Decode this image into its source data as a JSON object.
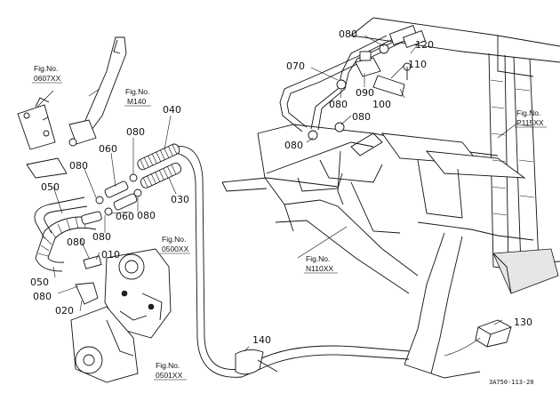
{
  "part_labels": [
    {
      "id": "p080_top",
      "text": "080"
    },
    {
      "id": "p120",
      "text": "120"
    },
    {
      "id": "p110",
      "text": "110"
    },
    {
      "id": "p070",
      "text": "070"
    },
    {
      "id": "p090",
      "text": "090"
    },
    {
      "id": "p080_a",
      "text": "080"
    },
    {
      "id": "p100",
      "text": "100"
    },
    {
      "id": "p080_b",
      "text": "080"
    },
    {
      "id": "p080_c",
      "text": "080"
    },
    {
      "id": "p040",
      "text": "040"
    },
    {
      "id": "p080_d",
      "text": "080"
    },
    {
      "id": "p060_a",
      "text": "060"
    },
    {
      "id": "p080_e",
      "text": "080"
    },
    {
      "id": "p030",
      "text": "030"
    },
    {
      "id": "p050_a",
      "text": "050"
    },
    {
      "id": "p080_f",
      "text": "080"
    },
    {
      "id": "p060_b",
      "text": "060"
    },
    {
      "id": "p080_g",
      "text": "080"
    },
    {
      "id": "p080_h",
      "text": "080"
    },
    {
      "id": "p010",
      "text": "010"
    },
    {
      "id": "p050_b",
      "text": "050"
    },
    {
      "id": "p080_i",
      "text": "080"
    },
    {
      "id": "p020",
      "text": "020"
    },
    {
      "id": "p140",
      "text": "140"
    },
    {
      "id": "p130",
      "text": "130"
    }
  ],
  "figure_refs": [
    {
      "id": "f0607",
      "line1": "Fig.No.",
      "line2": "0607XX"
    },
    {
      "id": "fM140",
      "line1": "Fig.No.",
      "line2": "M140"
    },
    {
      "id": "fP115",
      "line1": "Fig.No.",
      "line2": "P115XX"
    },
    {
      "id": "f0500",
      "line1": "Fig.No.",
      "line2": "0500XX"
    },
    {
      "id": "fN110",
      "line1": "Fig.No.",
      "line2": "N110XX"
    },
    {
      "id": "f0501",
      "line1": "Fig.No.",
      "line2": "0501XX"
    }
  ],
  "drawing_ref": "3A750-113-20"
}
